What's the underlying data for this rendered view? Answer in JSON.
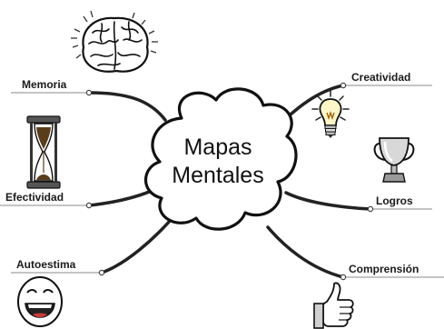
{
  "center": {
    "line1": "Mapas",
    "line2": "Mentales"
  },
  "branches": [
    {
      "label": "Memoria",
      "icon": "brain-icon"
    },
    {
      "label": "Creatividad",
      "icon": "lightbulb-icon"
    },
    {
      "label": "Efectividad",
      "icon": "hourglass-icon"
    },
    {
      "label": "Logros",
      "icon": "trophy-icon"
    },
    {
      "label": "Autoestima",
      "icon": "smiley-face-icon"
    },
    {
      "label": "Comprensión",
      "icon": "thumbs-up-icon"
    }
  ],
  "colors": {
    "branch_line": "#222222",
    "underline": "#b0b0b0",
    "cloud_stroke": "#111111",
    "text": "#1a1a1a"
  }
}
